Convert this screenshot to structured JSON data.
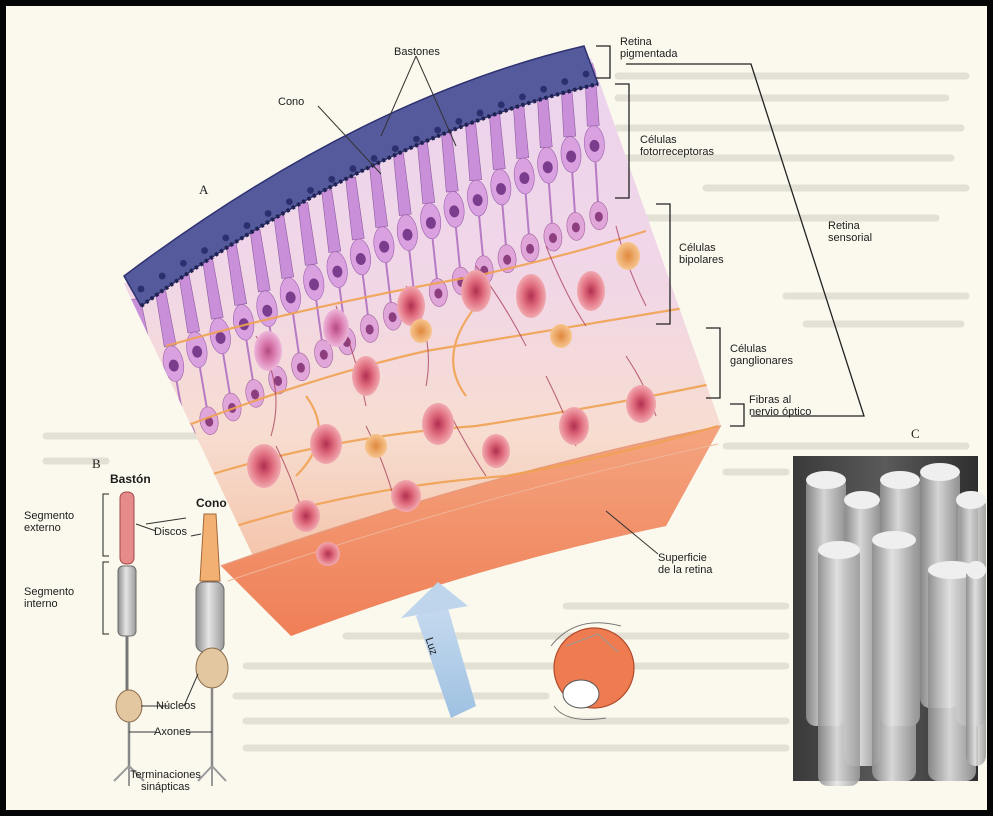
{
  "panels": {
    "a": "A",
    "b": "B",
    "c": "C"
  },
  "labels": {
    "bastones": "Bastones",
    "cono_top": "Cono",
    "retina_pigmentada": [
      "Retina",
      "pigmentada"
    ],
    "celulas_fotorreceptoras": [
      "Células",
      "fotorreceptoras"
    ],
    "celulas_bipolares": [
      "Células",
      "bipolares"
    ],
    "retina_sensorial": [
      "Retina",
      "sensorial"
    ],
    "celulas_ganglionares": [
      "Células",
      "ganglionares"
    ],
    "fibras_nervio_optico": [
      "Fibras al",
      "nervio óptico"
    ],
    "superficie_retina": [
      "Superficie",
      "de la retina"
    ],
    "luz": "Luz"
  },
  "panel_b": {
    "baston": "Bastón",
    "cono": "Cono",
    "segmento_externo": [
      "Segmento",
      "externo"
    ],
    "discos": "Discos",
    "segmento_interno": [
      "Segmento",
      "interno"
    ],
    "nucleos": "Núcleos",
    "axones": "Axones",
    "terminaciones_sinapticas": [
      "Terminaciones",
      "sinápticas"
    ]
  }
}
